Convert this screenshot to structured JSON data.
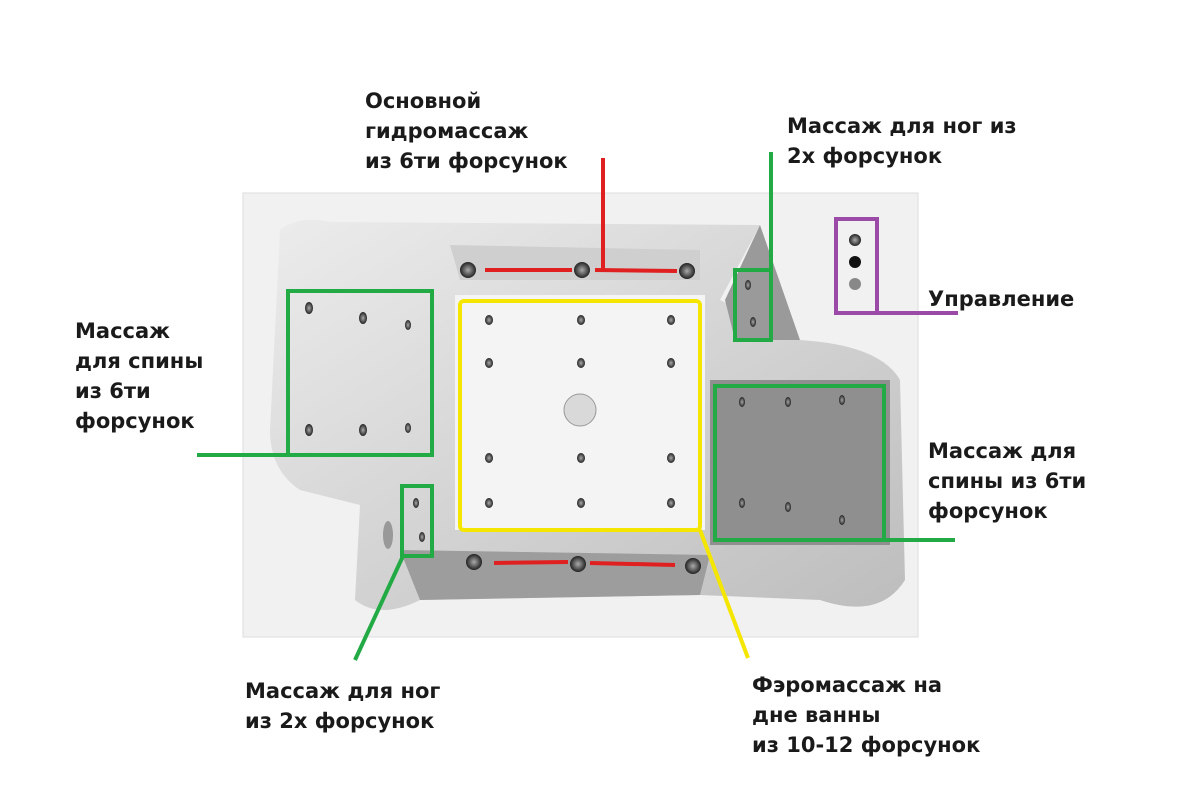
{
  "labels": {
    "main_hydro": [
      "Основной",
      "гидромассаж",
      "из 6ти форсунок"
    ],
    "foot_top": [
      "Массаж для ног из",
      "2х форсунок"
    ],
    "control": [
      "Управление"
    ],
    "back_left": [
      "Массаж",
      "для спины",
      "из 6ти",
      "форсунок"
    ],
    "back_right": [
      "Массаж для",
      "спины из 6ти",
      "форсунок"
    ],
    "foot_bottom": [
      "Массаж для ног",
      "из 2х форсунок"
    ],
    "aero": [
      "Фэромассаж на",
      "дне ванны",
      "из 10-12 форсунок"
    ]
  },
  "colors": {
    "hydro": "#e02020",
    "foot_back": "#22aa44",
    "aero": "#f5e600",
    "control": "#9b4aa8"
  }
}
